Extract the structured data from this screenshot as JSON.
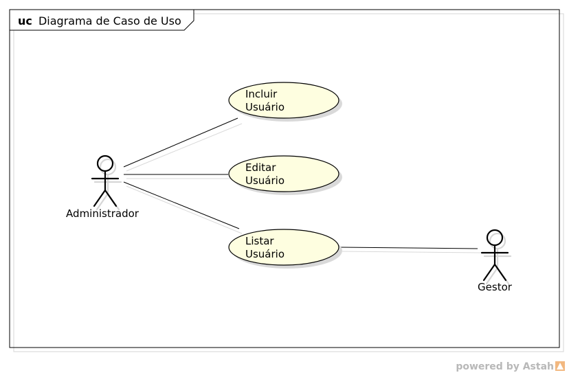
{
  "frame": {
    "keyword": "uc",
    "title": "Diagrama de Caso de Uso"
  },
  "actors": [
    {
      "id": "administrador",
      "label": "Administrador"
    },
    {
      "id": "gestor",
      "label": "Gestor"
    }
  ],
  "use_cases": [
    {
      "id": "incluir-usuario",
      "line1": "Incluir",
      "line2": "Usuário"
    },
    {
      "id": "editar-usuario",
      "line1": "Editar",
      "line2": "Usuário"
    },
    {
      "id": "listar-usuario",
      "line1": "Listar",
      "line2": "Usuário"
    }
  ],
  "associations": [
    {
      "from": "administrador",
      "to": "incluir-usuario"
    },
    {
      "from": "administrador",
      "to": "editar-usuario"
    },
    {
      "from": "administrador",
      "to": "listar-usuario"
    },
    {
      "from": "gestor",
      "to": "listar-usuario"
    }
  ],
  "colors": {
    "use_case_fill": "#fefee0",
    "actor_head_fill": "#fefee0"
  },
  "footer": {
    "label": "powered by Astah"
  }
}
